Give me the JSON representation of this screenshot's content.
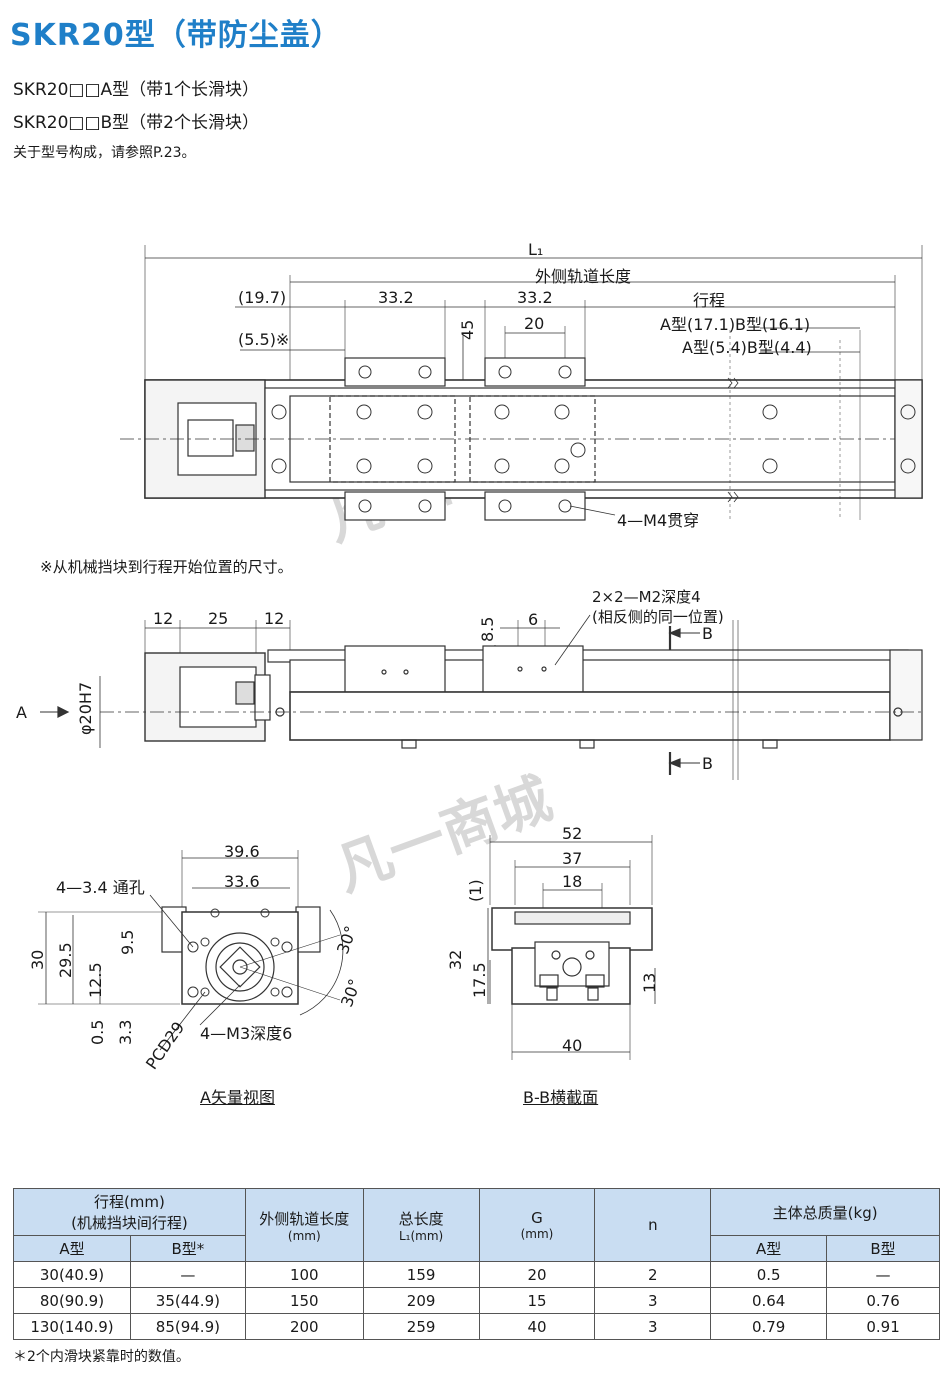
{
  "title": "SKR20型（带防尘盖）",
  "line_a": "SKR20□□A型（带1个长滑块）",
  "line_b": "SKR20□□B型（带2个长滑块）",
  "ref_note": "关于型号构成，请参照P.23。",
  "drawing_top": {
    "l1": "L₁",
    "outer_rail": "外侧轨道长度",
    "d19_7": "(19.7)",
    "d33_2a": "33.2",
    "d33_2b": "33.2",
    "stroke": "行程",
    "d20": "20",
    "a17": "A型(17.1)B型(16.1)",
    "a5": "A型(5.4)B型(4.4)",
    "d5_5": "(5.5)※",
    "d45": "45",
    "m4": "4—M4贯穿"
  },
  "footnote_mech": "※从机械挡块到行程开始位置的尺寸。",
  "drawing_side": {
    "d12a": "12",
    "d25": "25",
    "d12b": "12",
    "m2": "2×2—M2深度4",
    "m2b": "(相反侧的同一位置)",
    "d8_5": "8.5",
    "d6": "6",
    "b1": "B",
    "b2": "B",
    "a": "A",
    "d20h7": "φ20H7"
  },
  "drawing_a": {
    "d39_6": "39.6",
    "d33_6": "33.6",
    "hole": "4—3.4 通孔",
    "d30": "30",
    "d29_5": "29.5",
    "d12_5": "12.5",
    "d9_5": "9.5",
    "d0_5": "0.5",
    "d3_3": "3.3",
    "pcd": "PCD29",
    "m3": "4—M3深度6",
    "a30a": "30°",
    "a30b": "30°"
  },
  "drawing_bb": {
    "d52": "52",
    "d37": "37",
    "d18": "18",
    "d1": "(1)",
    "d32": "32",
    "d17_5": "17.5",
    "d13": "13",
    "d40": "40"
  },
  "caption_a": "A矢量视图",
  "caption_bb": "B-B横截面",
  "watermark": "凡一商城",
  "table": {
    "h_stroke": "行程(mm)",
    "h_stroke2": "(机械挡块间行程)",
    "h_a": "A型",
    "h_b": "B型*",
    "h_outer": "外侧轨道长度",
    "h_outer_u": "(mm)",
    "h_total": "总长度",
    "h_total_u": "L₁(mm)",
    "h_g": "G",
    "h_g_u": "(mm)",
    "h_n": "n",
    "h_mass": "主体总质量(kg)",
    "h_ma": "A型",
    "h_mb": "B型",
    "rows": [
      [
        "30(40.9)",
        "—",
        "100",
        "159",
        "20",
        "2",
        "0.5",
        "—"
      ],
      [
        "80(90.9)",
        "35(44.9)",
        "150",
        "209",
        "15",
        "3",
        "0.64",
        "0.76"
      ],
      [
        "130(140.9)",
        "85(94.9)",
        "200",
        "259",
        "40",
        "3",
        "0.79",
        "0.91"
      ]
    ]
  },
  "table_note": "＊2个内滑块紧靠时的数值。",
  "colors": {
    "title": "#1f7fc8",
    "table_header": "#c9ddf2"
  }
}
